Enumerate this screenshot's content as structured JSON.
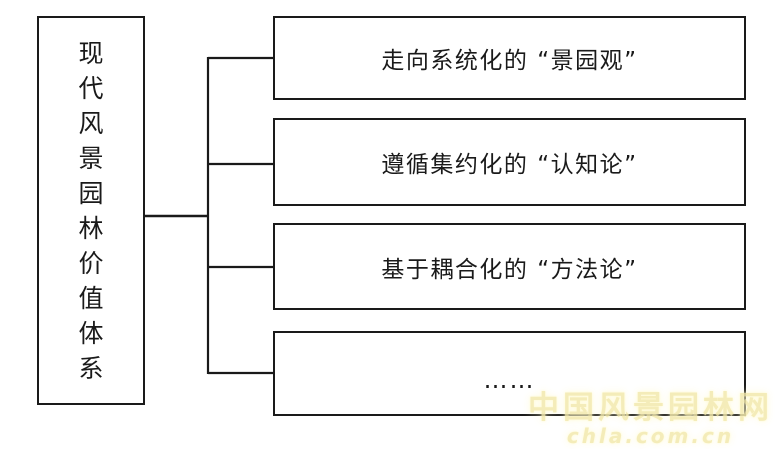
{
  "diagram": {
    "root_label": "现代风景园林价值体系",
    "nodes": [
      {
        "label": "走向系统化的 “景园观”"
      },
      {
        "label": "遵循集约化的 “认知论”"
      },
      {
        "label": "基于耦合化的 “方法论”"
      },
      {
        "label": "……"
      }
    ]
  },
  "watermark": {
    "title": "中国风景园林网",
    "url": "chla.com.cn"
  },
  "colors": {
    "line": "#1a1a1a",
    "background": "#ffffff",
    "watermark": "#f3e9ad"
  }
}
